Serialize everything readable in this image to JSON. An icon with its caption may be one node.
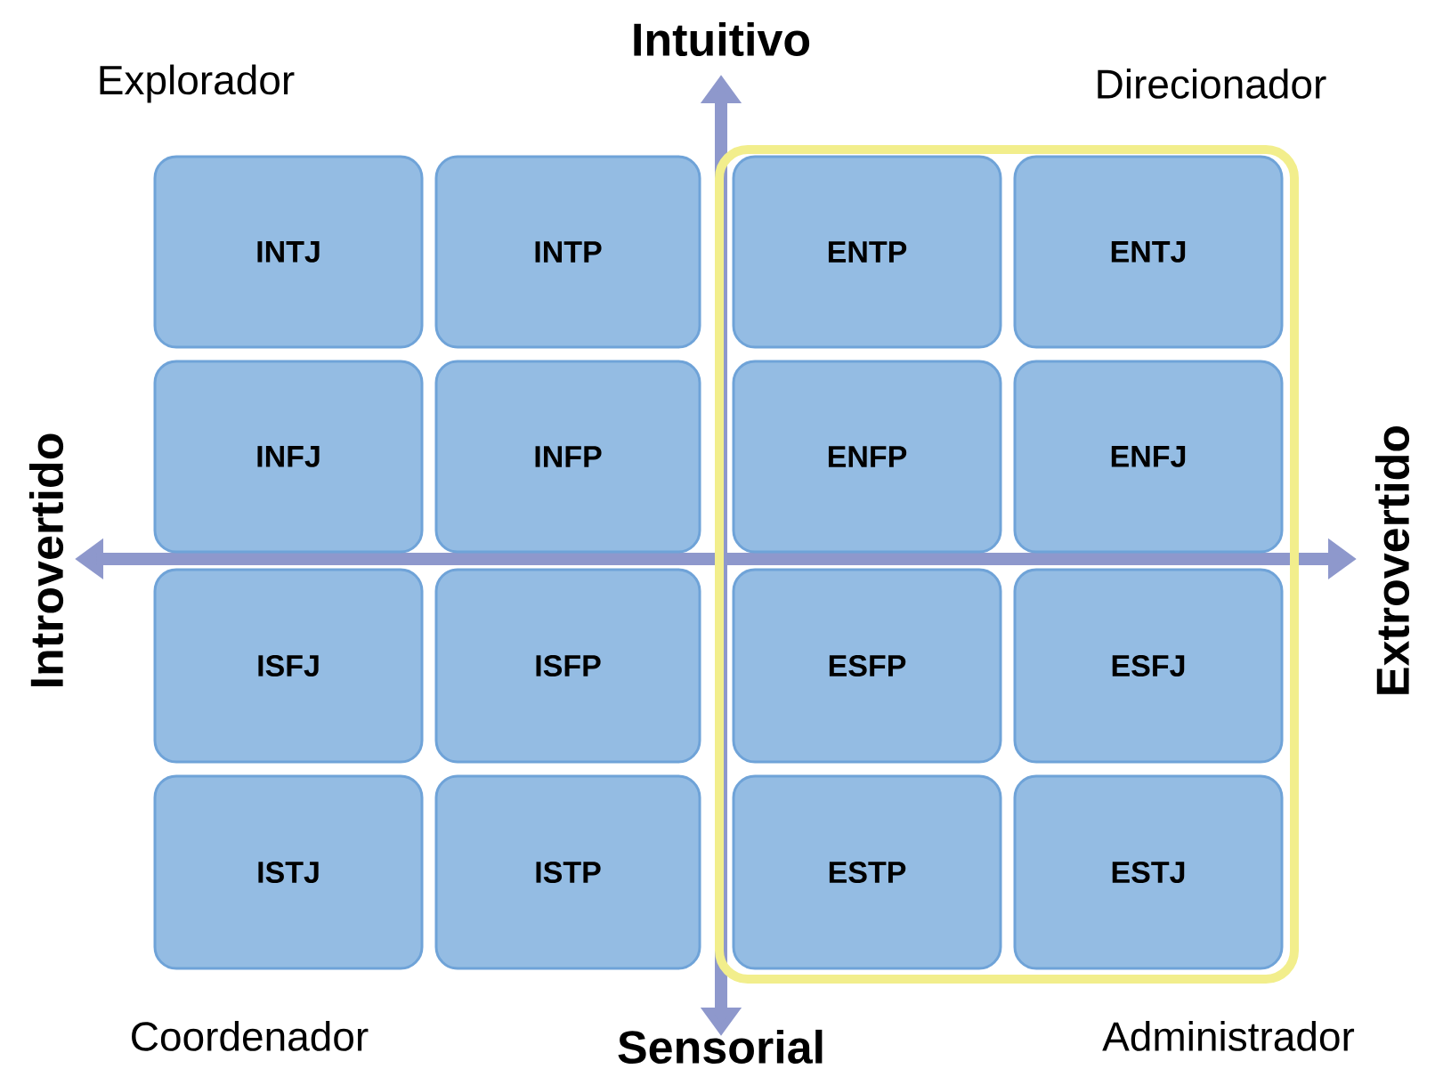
{
  "diagram": {
    "nodes": [
      {
        "text": [
          "INTJ"
        ]
      },
      {
        "text": [
          "INTP"
        ]
      },
      {
        "text": [
          "ENTP"
        ]
      },
      {
        "text": [
          "ENTJ"
        ]
      },
      {
        "text": [
          "INFJ"
        ]
      },
      {
        "text": [
          "INFP"
        ]
      },
      {
        "text": [
          "ENFP"
        ]
      },
      {
        "text": [
          "ENFJ"
        ]
      },
      {
        "text": [
          "ISFJ"
        ]
      },
      {
        "text": [
          "ISFP"
        ]
      },
      {
        "text": [
          "ESFP"
        ]
      },
      {
        "text": [
          "ESFJ"
        ]
      },
      {
        "text": [
          "ISTJ"
        ]
      },
      {
        "text": [
          "ISTP"
        ]
      },
      {
        "text": [
          "ESTP"
        ]
      },
      {
        "text": [
          "ESTJ"
        ]
      }
    ],
    "labels": [
      "Intuitivo",
      "Explorador",
      "Direcionador",
      "Introvertido",
      "Extrovertido",
      "Coordenador",
      "Sensorial",
      "Administrador"
    ]
  }
}
